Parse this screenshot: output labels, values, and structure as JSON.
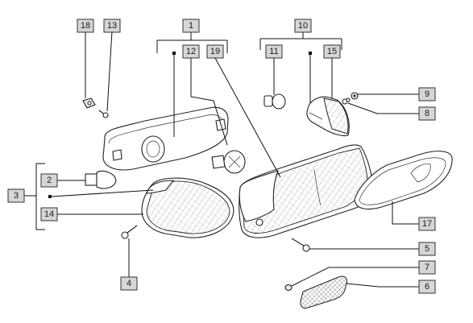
{
  "labels": {
    "l1": "1",
    "l2": "2",
    "l3": "3",
    "l4": "4",
    "l5": "5",
    "l6": "6",
    "l7": "7",
    "l8": "8",
    "l9": "9",
    "l10": "10",
    "l11": "11",
    "l12": "12",
    "l13": "13",
    "l14": "14",
    "l15": "15",
    "l17": "17",
    "l18": "18",
    "l19": "19"
  }
}
